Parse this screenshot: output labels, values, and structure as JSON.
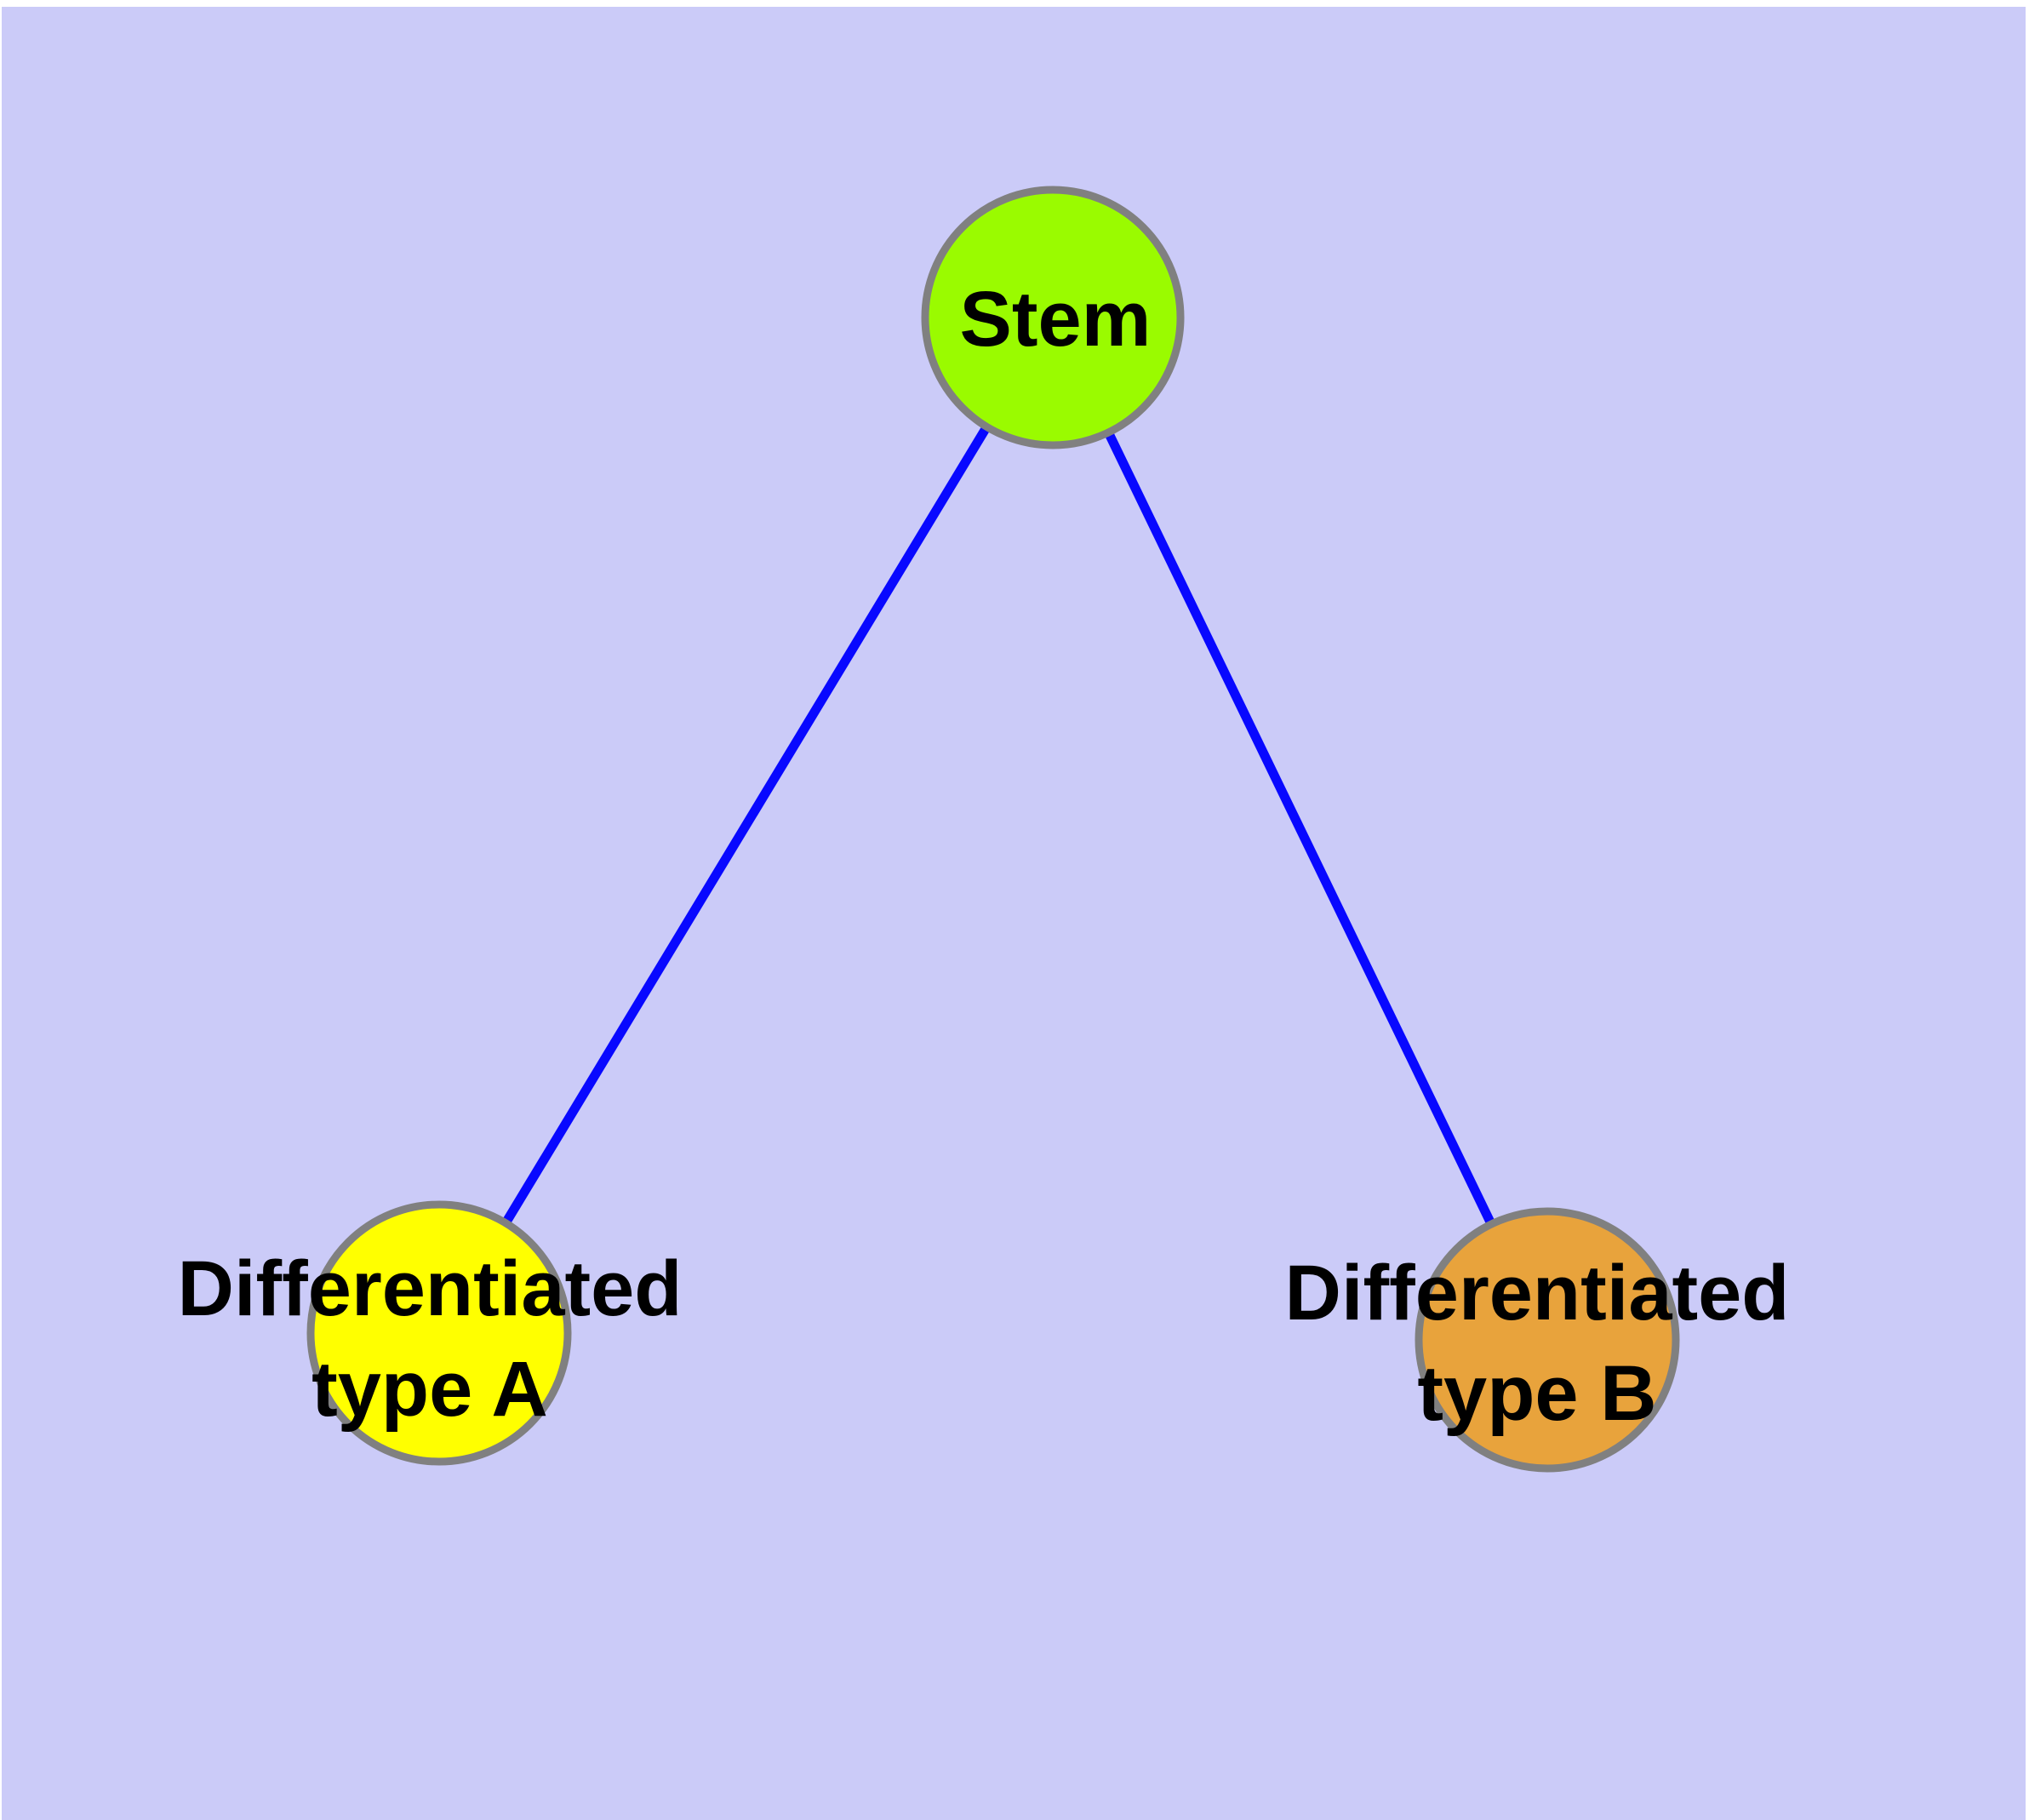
{
  "diagram": {
    "background_color": "#CBCBF8",
    "margin_color": "#FFFFFF",
    "edge_color": "#0808FF",
    "node_border_color": "#808080",
    "text_color": "#000000",
    "nodes": [
      {
        "id": "stem",
        "lines": [
          "Stem"
        ],
        "fill": "#9AFB00"
      },
      {
        "id": "differentiated-type-a",
        "lines": [
          "Differentiated",
          "type A"
        ],
        "fill": "#FFFF00"
      },
      {
        "id": "differentiated-type-b",
        "lines": [
          "Differentiated",
          "type B"
        ],
        "fill": "#E8A33C"
      }
    ],
    "edges": [
      {
        "from": "stem",
        "to": "differentiated-type-a"
      },
      {
        "from": "stem",
        "to": "differentiated-type-b"
      }
    ]
  }
}
